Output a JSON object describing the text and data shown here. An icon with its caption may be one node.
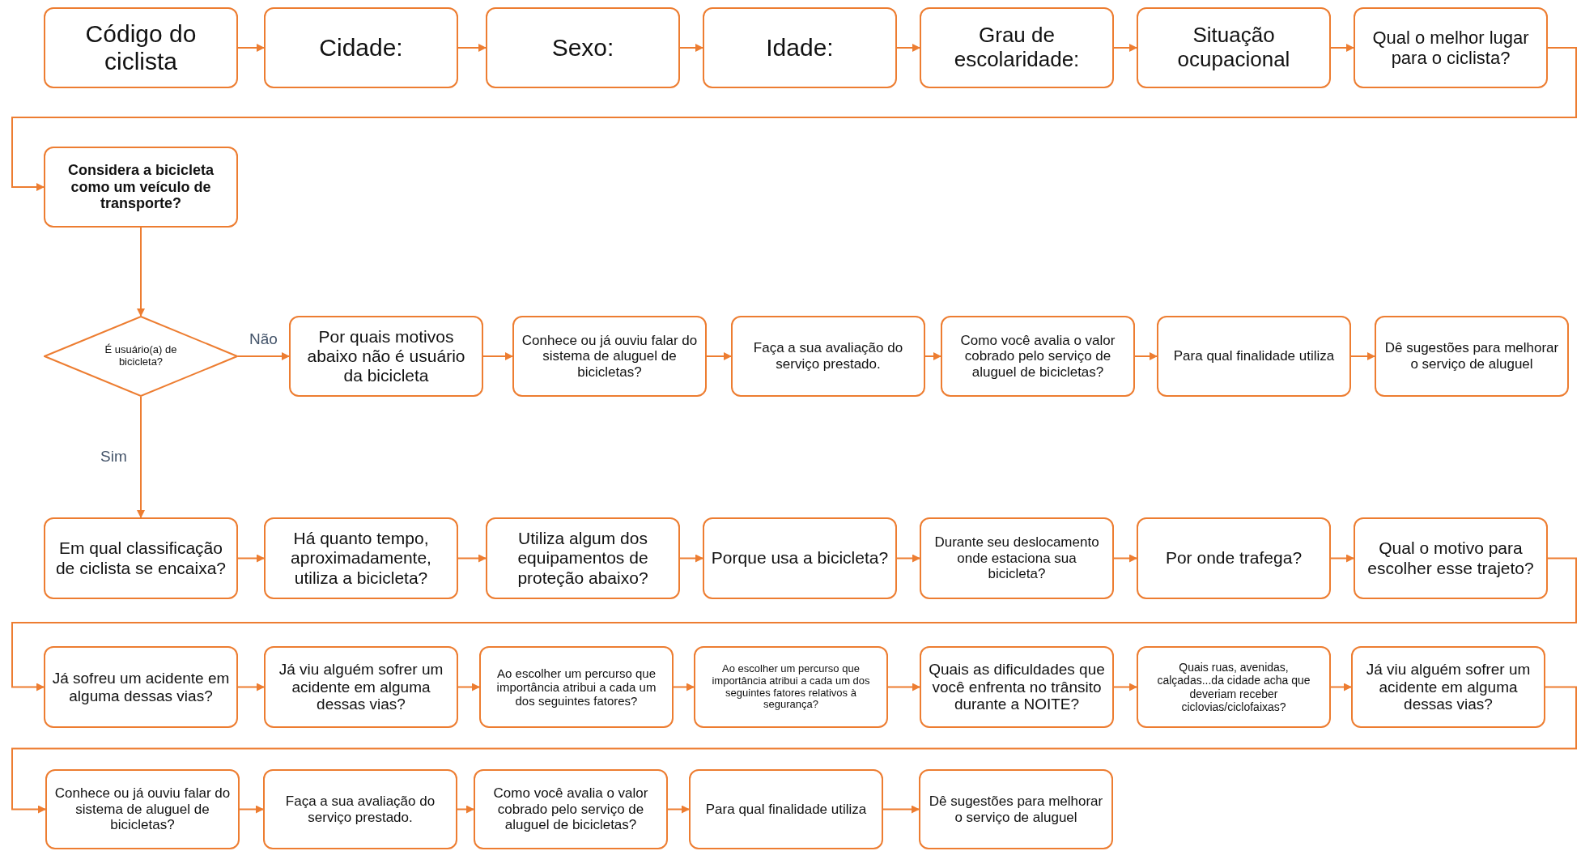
{
  "diagram": {
    "nodes": [
      {
        "text": [
          "Código do ciclista"
        ]
      },
      {
        "text": [
          "Cidade:"
        ]
      },
      {
        "text": [
          "Sexo:"
        ]
      },
      {
        "text": [
          "Idade:"
        ]
      },
      {
        "text": [
          "Grau de escolaridade:"
        ]
      },
      {
        "text": [
          "Situação ocupacional"
        ]
      },
      {
        "text": [
          "Qual o melhor lugar para o ciclista?"
        ]
      },
      {
        "text": [
          "Considera a bicicleta como um veículo de transporte?"
        ]
      },
      {
        "text": [
          "É usuário(a) de bicicleta?"
        ]
      },
      {
        "text": [
          "Por quais motivos abaixo não é usuário da bicicleta"
        ]
      },
      {
        "text": [
          "Conhece ou já ouviu falar do sistema de aluguel de bicicletas?"
        ]
      },
      {
        "text": [
          "Faça a sua avaliação do serviço prestado."
        ]
      },
      {
        "text": [
          "Como você avalia o valor cobrado pelo serviço de aluguel de bicicletas?"
        ]
      },
      {
        "text": [
          "Para qual finalidade utiliza"
        ]
      },
      {
        "text": [
          "Dê sugestões para melhorar o serviço de aluguel"
        ]
      },
      {
        "text": [
          "Em qual classificação de ciclista se encaixa?"
        ]
      },
      {
        "text": [
          "Há quanto tempo, aproximadamente, utiliza a bicicleta?"
        ]
      },
      {
        "text": [
          "Utiliza algum dos equipamentos de proteção abaixo?"
        ]
      },
      {
        "text": [
          "Porque usa a bicicleta?"
        ]
      },
      {
        "text": [
          "Durante seu deslocamento onde estaciona sua bicicleta?"
        ]
      },
      {
        "text": [
          "Por onde trafega?"
        ]
      },
      {
        "text": [
          "Qual o motivo para escolher esse trajeto?"
        ]
      },
      {
        "text": [
          "Já sofreu um acidente em alguma dessas vias?"
        ]
      },
      {
        "text": [
          "Já viu alguém sofrer um acidente em alguma dessas vias?"
        ]
      },
      {
        "text": [
          "Ao escolher um percurso que importância atribui a cada um dos seguintes fatores?"
        ]
      },
      {
        "text": [
          "Ao escolher um percurso que importância atribui a cada um dos seguintes fatores relativos à segurança?"
        ]
      },
      {
        "text": [
          "Quais as dificuldades que você enfrenta no trânsito durante a NOITE?"
        ]
      },
      {
        "text": [
          "Quais ruas, avenidas, calçadas...da cidade acha que deveriam receber ciclovias/ciclofaixas?"
        ]
      },
      {
        "text": [
          "Já viu alguém sofrer um acidente em alguma dessas vias?"
        ]
      },
      {
        "text": [
          "Conhece ou já ouviu falar do sistema de aluguel de bicicletas?"
        ]
      },
      {
        "text": [
          "Faça a sua avaliação do serviço prestado."
        ]
      },
      {
        "text": [
          "Como você avalia o valor cobrado pelo serviço de aluguel de bicicletas?"
        ]
      },
      {
        "text": [
          "Para qual finalidade utiliza"
        ]
      },
      {
        "text": [
          "Dê sugestões para melhorar o serviço de aluguel"
        ]
      }
    ],
    "edges": [
      {
        "from": 0,
        "to": 1,
        "arrow": "to"
      },
      {
        "from": 1,
        "to": 2,
        "arrow": "to"
      },
      {
        "from": 2,
        "to": 3,
        "arrow": "to"
      },
      {
        "from": 3,
        "to": 4,
        "arrow": "to"
      },
      {
        "from": 4,
        "to": 5,
        "arrow": "to"
      },
      {
        "from": 5,
        "to": 6,
        "arrow": "to"
      },
      {
        "from": 6,
        "to": 7,
        "arrow": "to"
      },
      {
        "from": 7,
        "to": 8,
        "arrow": "to"
      },
      {
        "from": 8,
        "to": 9,
        "arrow": "to",
        "label": "Não"
      },
      {
        "from": 9,
        "to": 10,
        "arrow": "to"
      },
      {
        "from": 10,
        "to": 11,
        "arrow": "to"
      },
      {
        "from": 11,
        "to": 12,
        "arrow": "to"
      },
      {
        "from": 12,
        "to": 13,
        "arrow": "to"
      },
      {
        "from": 13,
        "to": 14,
        "arrow": "to"
      },
      {
        "from": 8,
        "to": 15,
        "arrow": "to",
        "label": "Sim"
      },
      {
        "from": 15,
        "to": 16,
        "arrow": "to"
      },
      {
        "from": 16,
        "to": 17,
        "arrow": "to"
      },
      {
        "from": 17,
        "to": 18,
        "arrow": "to"
      },
      {
        "from": 18,
        "to": 19,
        "arrow": "to"
      },
      {
        "from": 19,
        "to": 20,
        "arrow": "to"
      },
      {
        "from": 20,
        "to": 21,
        "arrow": "to"
      },
      {
        "from": 21,
        "to": 22,
        "arrow": "to"
      },
      {
        "from": 22,
        "to": 23,
        "arrow": "to"
      },
      {
        "from": 23,
        "to": 24,
        "arrow": "to"
      },
      {
        "from": 24,
        "to": 25,
        "arrow": "to"
      },
      {
        "from": 25,
        "to": 26,
        "arrow": "to"
      },
      {
        "from": 26,
        "to": 27,
        "arrow": "to"
      },
      {
        "from": 27,
        "to": 28,
        "arrow": "to"
      },
      {
        "from": 28,
        "to": 29,
        "arrow": "to"
      },
      {
        "from": 29,
        "to": 30,
        "arrow": "to"
      },
      {
        "from": 30,
        "to": 31,
        "arrow": "to"
      },
      {
        "from": 31,
        "to": 32,
        "arrow": "to"
      },
      {
        "from": 32,
        "to": 33,
        "arrow": "to"
      }
    ]
  }
}
